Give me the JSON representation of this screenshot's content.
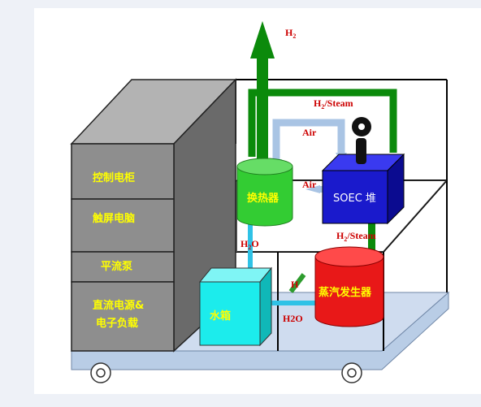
{
  "cabinet": {
    "control_cabinet": "控制电柜",
    "touch_screen": "触屏电脑",
    "flow_pump": "平流泵",
    "dc_power_line1": "直流电源&",
    "dc_power_line2": "电子负载"
  },
  "components": {
    "heat_exchanger": "换热器",
    "soec_stack": "SOEC 堆",
    "steam_generator": "蒸汽发生器",
    "water_tank": "水箱"
  },
  "flows": {
    "h2_out_main": "H",
    "h2_out_sub": "2",
    "h2_steam_top_main": "H",
    "h2_steam_top_sub": "2",
    "h2_steam_top_suffix": "/Steam",
    "air_top": "Air",
    "air_mid": "Air",
    "h2_steam_right_main": "H",
    "h2_steam_right_sub": "2",
    "h2_steam_right_suffix": "/Steam",
    "h2o_left_main": "H",
    "h2o_left_sub": "2",
    "h2o_left_suffix": "O",
    "h2_center": "H",
    "h2o_bottom": "H2O"
  },
  "colors": {
    "green_pipe": "#0b8a0b",
    "blue_pipe": "#a9c4e4",
    "cyan_pipe": "#2fc2e6",
    "cabinet_gray": "#8e8e8e",
    "heat_exchanger": "#33cc33",
    "soec": "#1a1acc",
    "steam_generator": "#e81818",
    "water_tank": "#1cecec",
    "label_yellow": "#ffff00",
    "label_red": "#cc0000"
  }
}
